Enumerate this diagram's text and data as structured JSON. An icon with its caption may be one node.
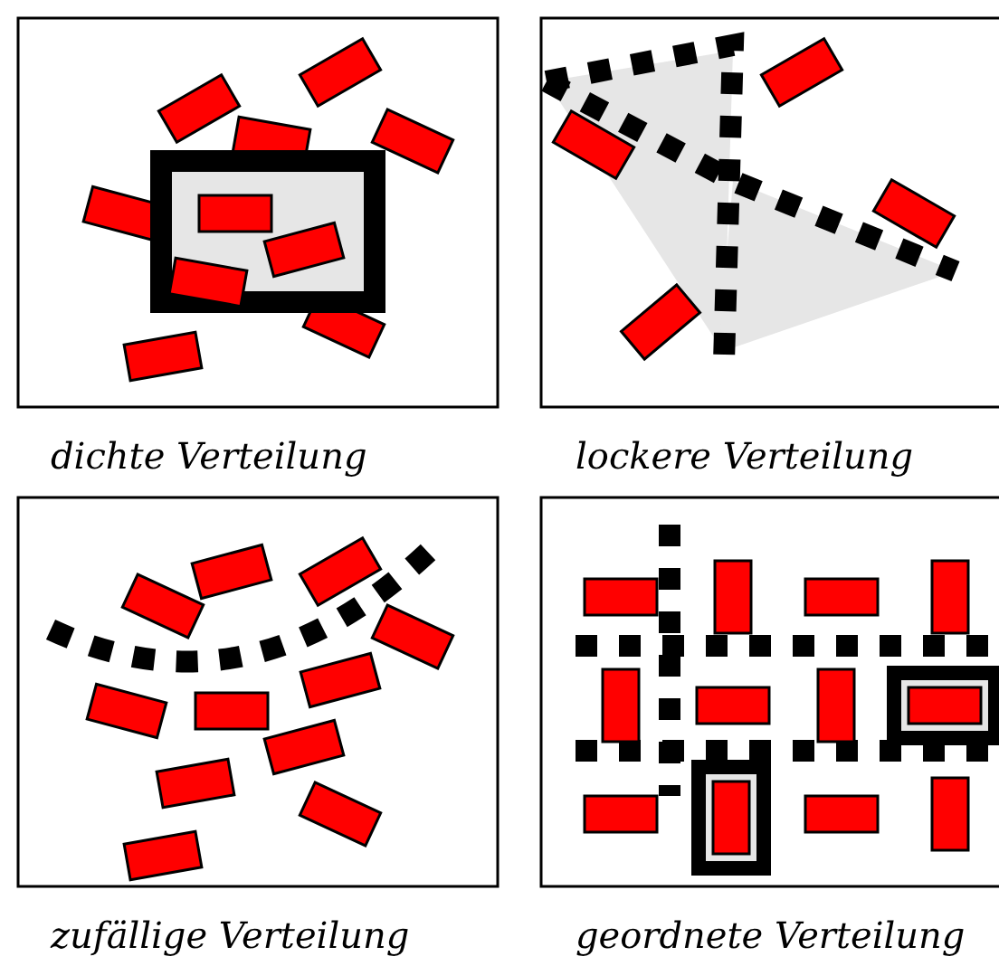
{
  "diagram": {
    "labels": [
      "dichte Verteilung",
      "lockere Verteilung",
      "zufällige Verteilung",
      "geordnete Verteilung"
    ]
  }
}
